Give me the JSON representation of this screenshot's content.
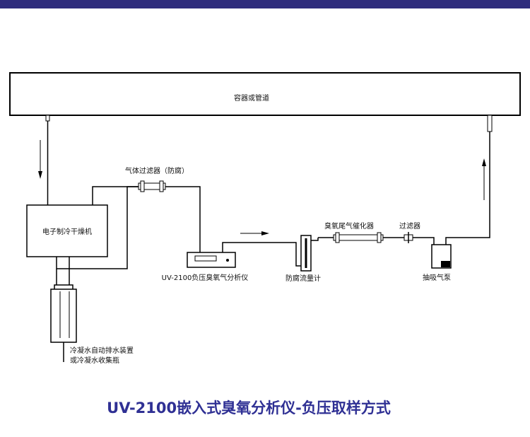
{
  "colors": {
    "top_band": "#2e2c7c",
    "title": "#2f3094",
    "line": "#000000"
  },
  "labels": {
    "container": "容器或管道",
    "gas_filter": "气体过滤器（防腐）",
    "dryer": "电子制冷干燥机",
    "analyzer": "UV-2100负压臭氧气分析仪",
    "flowmeter": "防腐流量计",
    "catalyst": "臭氧尾气催化器",
    "filter": "过滤器",
    "pump": "抽吸气泵",
    "drain_line1": "冷凝水自动排水装置",
    "drain_line2": "或冷凝水收集瓶"
  },
  "title": "UV-2100嵌入式臭氧分析仪-负压取样方式"
}
